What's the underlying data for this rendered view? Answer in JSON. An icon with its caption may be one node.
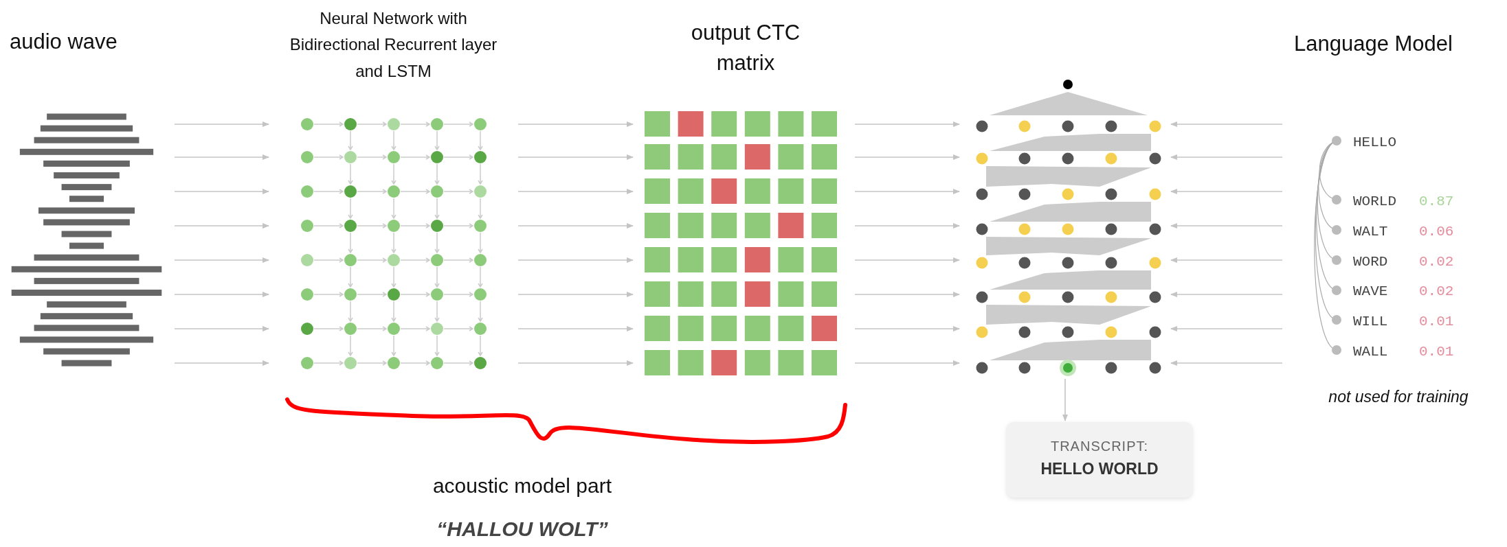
{
  "diagram": {
    "nodes": [
      {
        "text": [
          "audio wave"
        ]
      },
      {
        "text": [
          "Neural Network with Bidirectional Recurrent layer and LSTM"
        ]
      },
      {
        "text": [
          "output CTC matrix"
        ]
      },
      {
        "text": [],
        "shape": "picture"
      },
      {
        "text": [
          "Language Model",
          "HELLO",
          "WORLD",
          "0.87",
          "WALT",
          "0.06",
          "WORD",
          "0.02",
          "WAVE",
          "0.02",
          "WILL",
          "0.01",
          "WALL",
          "0.01"
        ],
        "beside": [
          "not used for training"
        ]
      },
      {
        "text": [
          "TRANSCRIPT:",
          "HELLO WORLD"
        ]
      }
    ],
    "edges": [
      {
        "from": 0,
        "to": 1,
        "arrow": "to"
      },
      {
        "from": 0,
        "to": 1,
        "arrow": "to"
      },
      {
        "from": 0,
        "to": 1,
        "arrow": "to"
      },
      {
        "from": 0,
        "to": 1,
        "arrow": "to"
      },
      {
        "from": 0,
        "to": 1,
        "arrow": "to"
      },
      {
        "from": 0,
        "to": 1,
        "arrow": "to"
      },
      {
        "from": 0,
        "to": 1,
        "arrow": "to"
      },
      {
        "from": 0,
        "to": 1,
        "arrow": "to"
      },
      {
        "from": 1,
        "to": 2,
        "arrow": "to"
      },
      {
        "from": 1,
        "to": 2,
        "arrow": "to"
      },
      {
        "from": 1,
        "to": 2,
        "arrow": "to"
      },
      {
        "from": 1,
        "to": 2,
        "arrow": "to"
      },
      {
        "from": 1,
        "to": 2,
        "arrow": "to"
      },
      {
        "from": 1,
        "to": 2,
        "arrow": "to"
      },
      {
        "from": 1,
        "to": 2,
        "arrow": "to"
      },
      {
        "from": 1,
        "to": 2,
        "arrow": "to"
      },
      {
        "from": 2,
        "to": 3,
        "arrow": "to"
      },
      {
        "from": 2,
        "to": 3,
        "arrow": "to"
      },
      {
        "from": 2,
        "to": 3,
        "arrow": "to"
      },
      {
        "from": 2,
        "to": 3,
        "arrow": "to"
      },
      {
        "from": 2,
        "to": 3,
        "arrow": "to"
      },
      {
        "from": 2,
        "to": 3,
        "arrow": "to"
      },
      {
        "from": 2,
        "to": 3,
        "arrow": "to"
      },
      {
        "from": 2,
        "to": 3,
        "arrow": "to"
      },
      {
        "from": 4,
        "to": 3,
        "arrow": "to"
      },
      {
        "from": 4,
        "to": 3,
        "arrow": "to"
      },
      {
        "from": 4,
        "to": 3,
        "arrow": "to"
      },
      {
        "from": 4,
        "to": 3,
        "arrow": "to"
      },
      {
        "from": 4,
        "to": 3,
        "arrow": "to"
      },
      {
        "from": 4,
        "to": 3,
        "arrow": "to"
      },
      {
        "from": 4,
        "to": 3,
        "arrow": "to"
      },
      {
        "from": 4,
        "to": 3,
        "arrow": "to"
      },
      {
        "from": 3,
        "to": 5,
        "arrow": "to"
      }
    ],
    "labels": [
      "acoustic model part",
      "“HALLOU WOLT”"
    ]
  }
}
